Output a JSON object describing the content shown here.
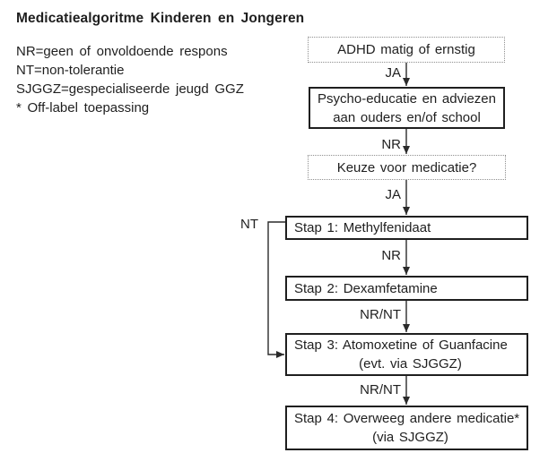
{
  "title": "Medicatiealgoritme Kinderen en Jongeren",
  "legend": {
    "items": [
      {
        "text": "NR=geen of onvoldoende respons"
      },
      {
        "text": "NT=non-tolerantie"
      },
      {
        "text": "SJGGZ=gespecialiseerde jeugd GGZ"
      },
      {
        "text": "* Off-label toepassing"
      }
    ]
  },
  "flow": {
    "nodes": {
      "adhd": {
        "label": "ADHD matig of ernstig",
        "style": "dotted"
      },
      "psycho": {
        "line1": "Psycho-educatie en adviezen",
        "line2": "aan ouders en/of school",
        "style": "solid"
      },
      "keuze": {
        "label": "Keuze voor medicatie?",
        "style": "dotted"
      },
      "stap1": {
        "label": "Stap 1: Methylfenidaat",
        "style": "solid"
      },
      "stap2": {
        "label": "Stap 2: Dexamfetamine",
        "style": "solid"
      },
      "stap3": {
        "line1": "Stap 3: Atomoxetine of Guanfacine",
        "line2": "(evt. via SJGGZ)",
        "style": "solid"
      },
      "stap4": {
        "line1": "Stap 4: Overweeg andere medicatie*",
        "line2": "(via SJGGZ)",
        "style": "solid"
      }
    },
    "edges": {
      "adhd_to_psycho": {
        "label": "JA"
      },
      "psycho_to_keuze": {
        "label": "NR"
      },
      "keuze_to_stap1": {
        "label": "JA"
      },
      "stap1_to_stap2": {
        "label": "NR"
      },
      "stap2_to_stap3": {
        "label": "NR/NT"
      },
      "stap3_to_stap4": {
        "label": "NR/NT"
      },
      "stap1_to_stap3": {
        "label": "NT"
      }
    }
  },
  "colors": {
    "background": "#ffffff",
    "text": "#1f1f1f",
    "solid_border": "#1f1f1f",
    "dotted_border": "#8f8f8f",
    "line": "#2a2a2a"
  }
}
